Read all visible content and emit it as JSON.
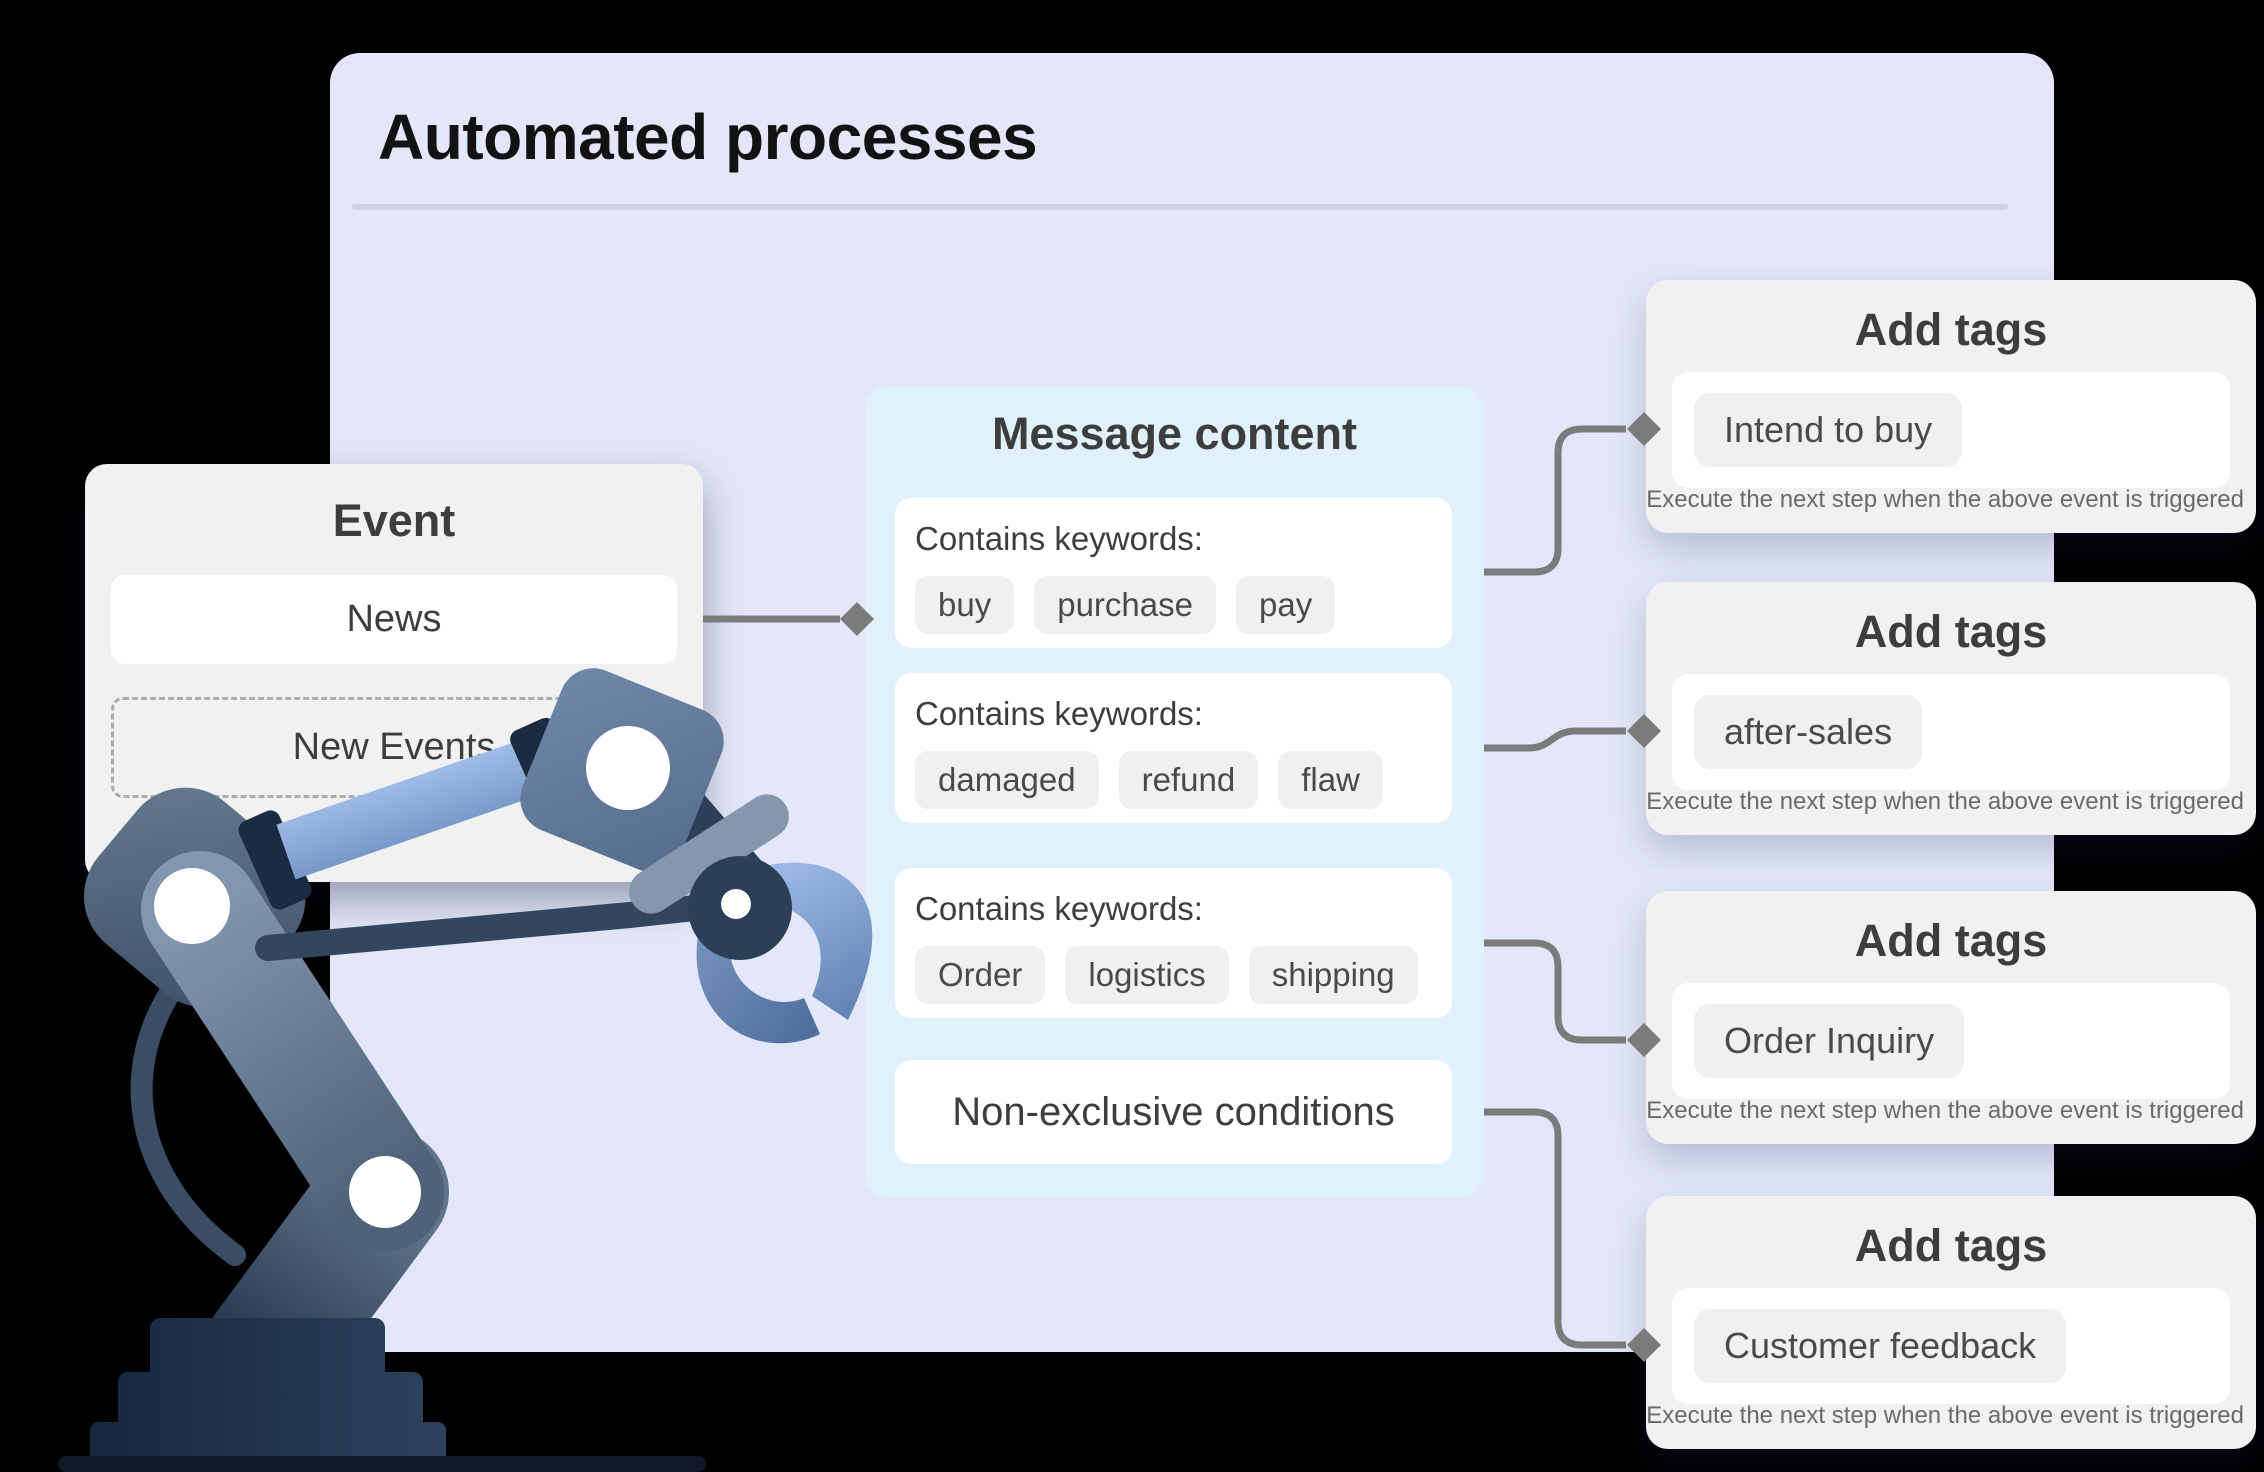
{
  "main_panel": {
    "title": "Automated processes"
  },
  "event_card": {
    "title": "Event",
    "items": [
      {
        "label": "News"
      },
      {
        "label": "New Events"
      }
    ]
  },
  "message_panel": {
    "title": "Message content",
    "keyword_boxes": [
      {
        "label": "Contains keywords:",
        "keywords": [
          "buy",
          "purchase",
          "pay"
        ]
      },
      {
        "label": "Contains keywords:",
        "keywords": [
          "damaged",
          "refund",
          "flaw"
        ]
      },
      {
        "label": "Contains keywords:",
        "keywords": [
          "Order",
          "logistics",
          "shipping"
        ]
      }
    ],
    "footer_label": "Non-exclusive conditions"
  },
  "add_tag_cards": [
    {
      "title": "Add tags",
      "tag": "Intend to buy",
      "note": "Execute the next step when the above event is triggered"
    },
    {
      "title": "Add tags",
      "tag": "after-sales",
      "note": "Execute the next step when the above event is triggered"
    },
    {
      "title": "Add tags",
      "tag": "Order Inquiry",
      "note": "Execute the next step when the above event is triggered"
    },
    {
      "title": "Add tags",
      "tag": "Customer feedback",
      "note": "Execute the next step when the above event is triggered"
    }
  ],
  "colors": {
    "background": "#000000",
    "panel": "#E3E7F9",
    "message_panel": "#E0F1FB",
    "card": "#F1F1F2",
    "pill": "#F0F0F1",
    "connector": "#7B7B7B",
    "title_text": "#121212",
    "section_title_text": "#3D3D3D",
    "note_text": "#6A6A6A"
  },
  "icons": {
    "diamond": "diamond-connector-endpoint",
    "robot": "robot-arm-illustration"
  }
}
